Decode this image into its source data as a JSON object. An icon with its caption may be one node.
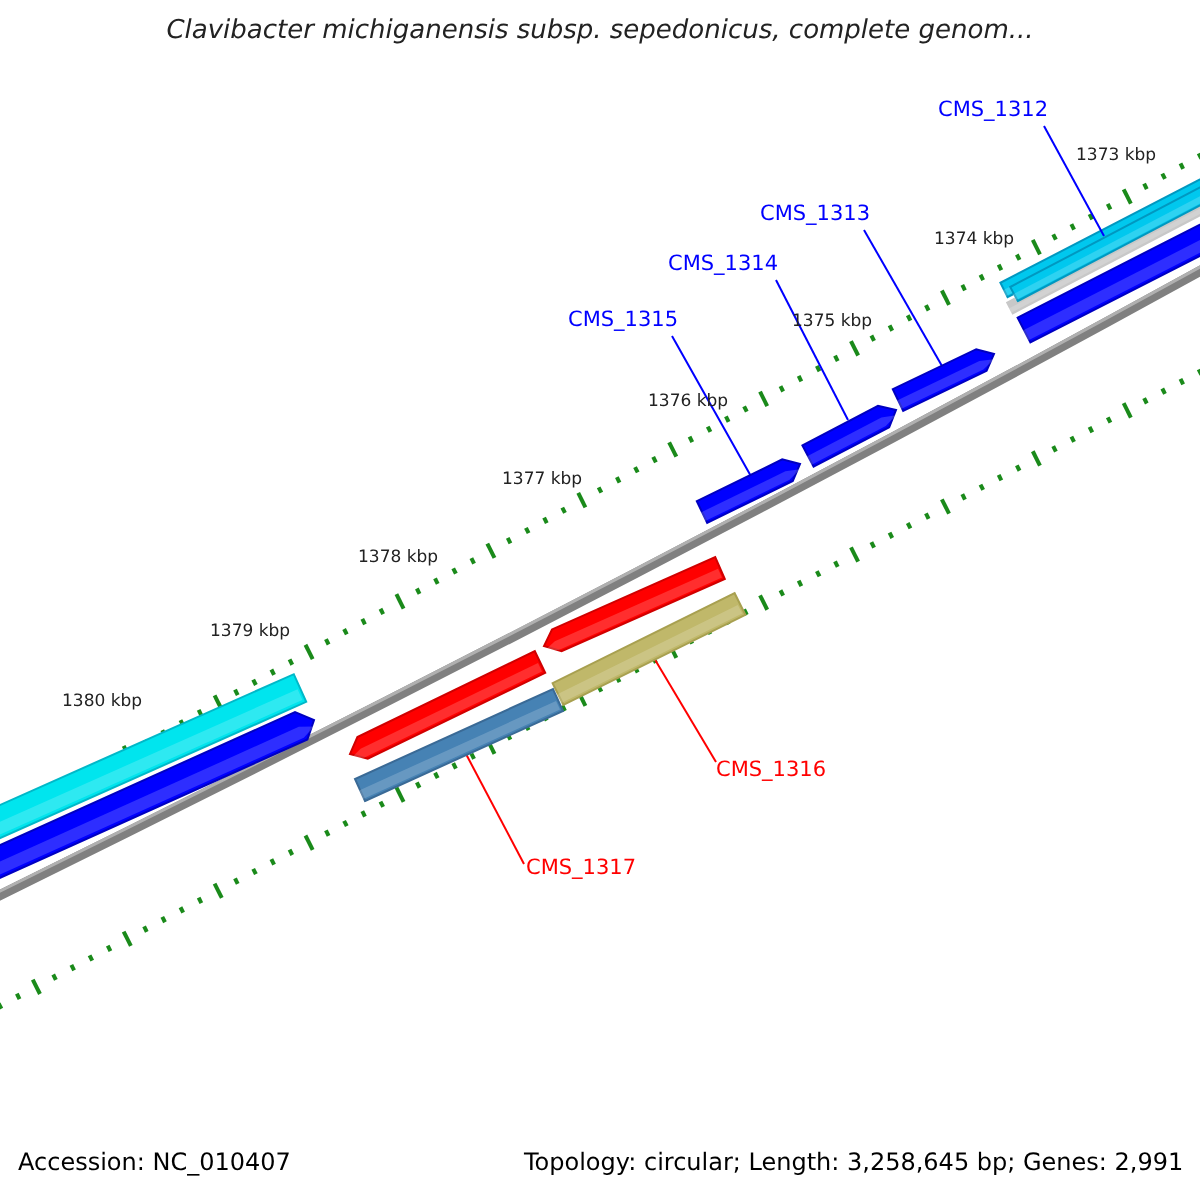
{
  "diagram": {
    "title": "Clavibacter michiganensis subsp. sepedonicus, complete genom...",
    "nodes": [
      {
        "text": [
          "CMS_1312"
        ]
      },
      {
        "text": [],
        "shape": "bar"
      },
      {
        "text": [
          "CMS_1313"
        ]
      },
      {
        "text": [],
        "shape": "bar"
      },
      {
        "text": [
          "CMS_1314"
        ]
      },
      {
        "text": [],
        "shape": "bar"
      },
      {
        "text": [
          "CMS_1315"
        ]
      },
      {
        "text": [],
        "shape": "bar"
      },
      {
        "text": [
          "CMS_1316"
        ]
      },
      {
        "text": [],
        "shape": "bar"
      },
      {
        "text": [
          "CMS_1317"
        ]
      },
      {
        "text": [],
        "shape": "bar"
      }
    ],
    "edges": [
      {
        "from": 0,
        "to": 1,
        "arrow": "none"
      },
      {
        "from": 2,
        "to": 3,
        "arrow": "none"
      },
      {
        "from": 4,
        "to": 5,
        "arrow": "none"
      },
      {
        "from": 6,
        "to": 7,
        "arrow": "none"
      },
      {
        "from": 8,
        "to": 9,
        "arrow": "none",
        "color": "#ff0000"
      },
      {
        "from": 10,
        "to": 11,
        "arrow": "none",
        "color": "#ff0000"
      }
    ],
    "labels": [
      "1373 kbp",
      "1374 kbp",
      "1375 kbp",
      "1376 kbp",
      "1377 kbp",
      "1378 kbp",
      "1379 kbp",
      "1380 kbp",
      "Accession: NC_010407",
      "Topology: circular; Length: 3,258,645 bp; Genes: 2,991"
    ]
  }
}
